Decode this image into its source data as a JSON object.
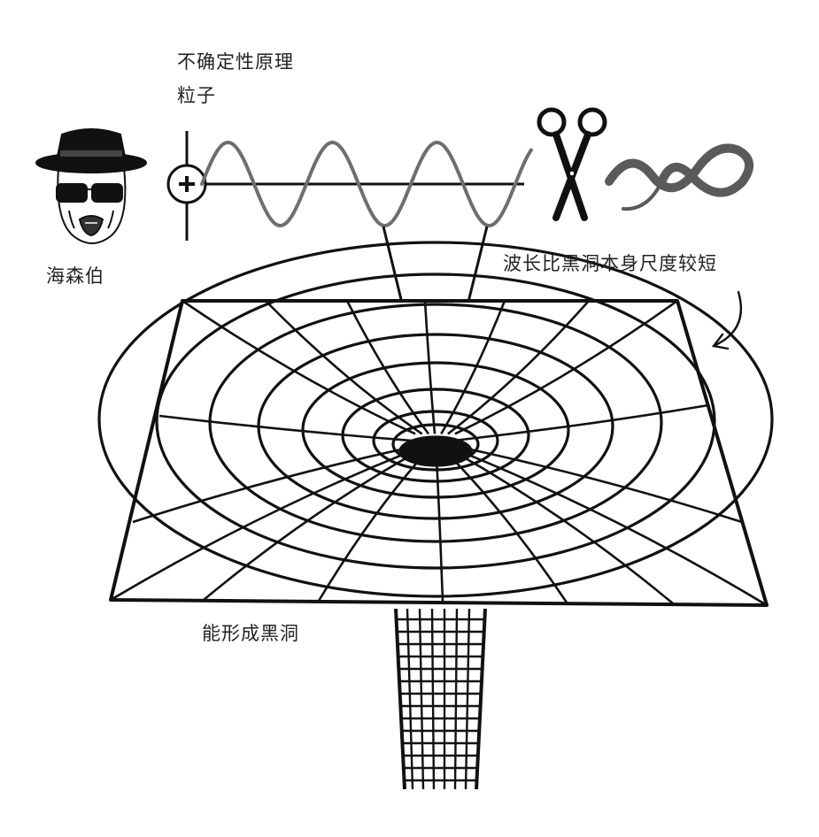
{
  "labels": {
    "principle": "不确定性原理",
    "particle": "粒子",
    "heisenberg": "海森伯",
    "wavelength_shorter": "波长比黑洞本身尺度较短",
    "forms_black_hole": "能形成黑洞"
  },
  "icons": {
    "person": "heisenberg-portrait-icon",
    "particle": "plus-particle-icon",
    "scissors": "scissors-icon",
    "curl": "curled-string-icon",
    "arrow": "curved-arrow-icon"
  },
  "colors": {
    "ink": "#111111",
    "wave": "#6e6e6e",
    "curl": "#5a5a5a",
    "background": "#ffffff"
  }
}
